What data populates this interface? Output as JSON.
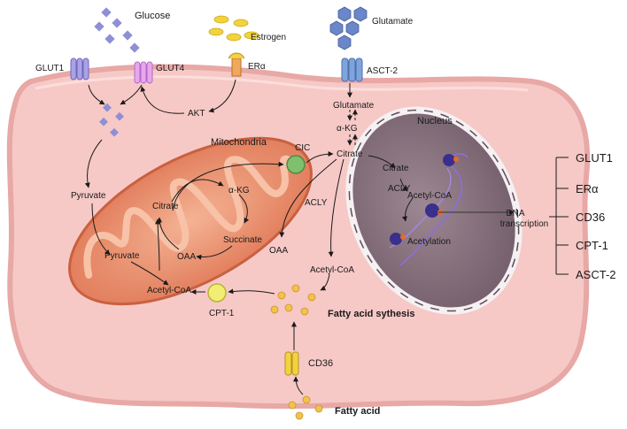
{
  "labels": {
    "glucose": "Glucose",
    "estrogen": "Estrogen",
    "glutamate_top": "Glutamate",
    "glut1": "GLUT1",
    "glut4": "GLUT4",
    "era": "ERα",
    "asct2": "ASCT-2",
    "akt": "AKT",
    "glutamate_in": "Glutamate",
    "akg_cyto": "α-KG",
    "citrate_cyto": "Citrate",
    "pyruvate_cyto": "Pyruvate",
    "mitochondria": "Mitochondria",
    "cic": "CIC",
    "akg_mito": "α-KG",
    "citrate_mito": "Citrate",
    "succinate": "Succinate",
    "oaa_mito": "OAA",
    "pyruvate_mito": "Pyruvate",
    "acetylcoa_mito": "Acetyl-CoA",
    "cpt1": "CPT-1",
    "acly_cyto": "ACLY",
    "oaa_cyto": "OAA",
    "acetylcoa_cyto": "Acetyl-CoA",
    "fa_synthesis": "Fatty acid sythesis",
    "cd36": "CD36",
    "fatty_acid": "Fatty acid",
    "nucleus": "Nucleus",
    "citrate_nuc": "Citrate",
    "acly_nuc": "ACLY",
    "acetylcoa_nuc": "Acetyl-CoA",
    "acetylation": "Acetylation",
    "dna_transcription_1": "DNA",
    "dna_transcription_2": "transcription"
  },
  "target_genes": [
    "GLUT1",
    "ERα",
    "CD36",
    "CPT-1",
    "ASCT-2"
  ],
  "colors": {
    "cell_fill": "#f6c9c6",
    "cell_edge": "#e7a8a6",
    "mito_outer": "#e07a5c",
    "mito_inner": "#f2a585",
    "nucleus_fill": "#8b7480",
    "glucose": "#8f8fd6",
    "estrogen": "#f2d33a",
    "glutamate": "#6b86c9",
    "fatty_acid": "#f2c24a",
    "cic": "#7fbf6e",
    "cpt1": "#f1ee73"
  }
}
